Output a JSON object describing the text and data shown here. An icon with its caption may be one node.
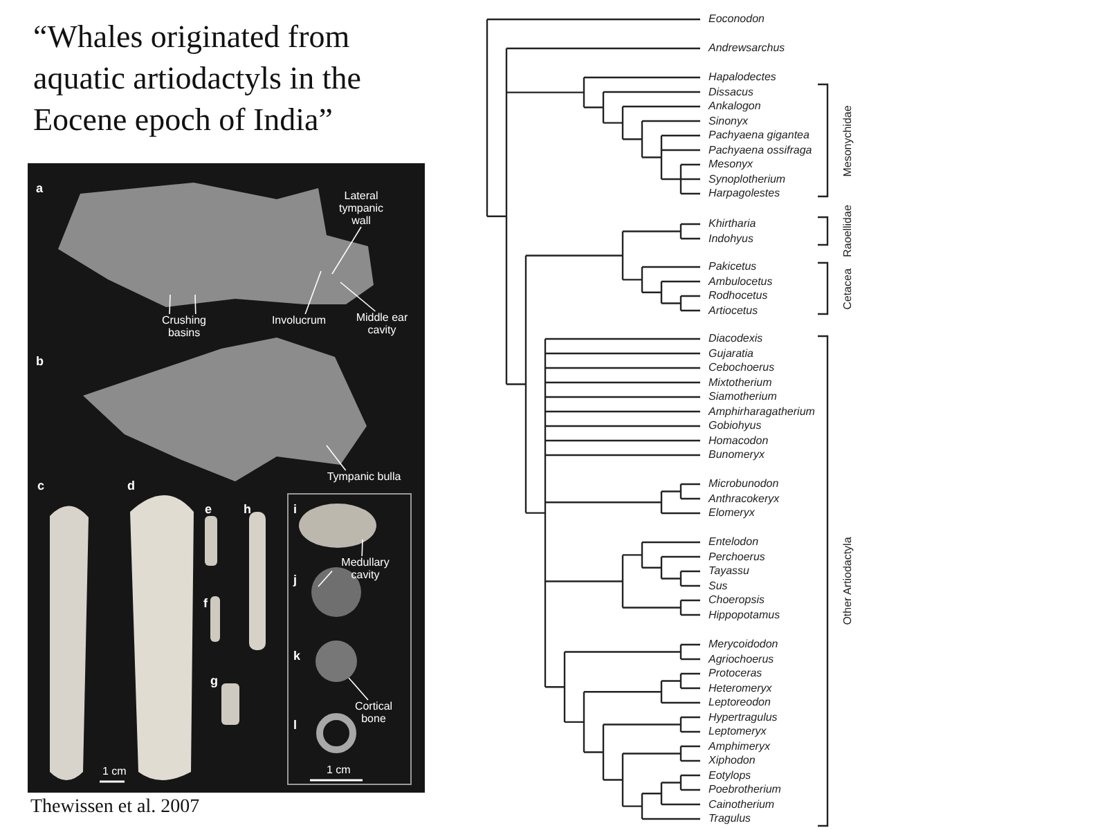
{
  "diagram": {
    "title": "“Whales originated from aquatic artiodactyls in the Eocene epoch of India”",
    "caption": "Thewissen et al. 2007",
    "nodes": [
      {
        "text": [
          "Lateral tympanic wall"
        ]
      },
      {
        "text": [
          "Crushing basins"
        ]
      },
      {
        "text": [
          "Involucrum"
        ]
      },
      {
        "text": [
          "Middle ear cavity"
        ]
      },
      {
        "text": [
          "Tympanic bulla"
        ]
      },
      {
        "text": [
          "Medullary cavity"
        ]
      },
      {
        "text": [
          "Cortical bone"
        ]
      }
    ],
    "edges": [
      {
        "from": 0,
        "to": null,
        "arrow": "none"
      },
      {
        "from": 1,
        "to": null,
        "arrow": "none"
      },
      {
        "from": 1,
        "to": null,
        "arrow": "none"
      },
      {
        "from": 2,
        "to": null,
        "arrow": "none"
      },
      {
        "from": 3,
        "to": null,
        "arrow": "none"
      },
      {
        "from": 4,
        "to": null,
        "arrow": "none"
      },
      {
        "from": 5,
        "to": null,
        "arrow": "none"
      },
      {
        "from": 5,
        "to": null,
        "arrow": "none"
      },
      {
        "from": 6,
        "to": null,
        "arrow": "none"
      }
    ],
    "labels": [
      "a",
      "b",
      "c",
      "d",
      "e",
      "h",
      "f",
      "g",
      "i",
      "j",
      "k",
      "l",
      "1 cm",
      "1 cm",
      "Eoconodon",
      "Andrewsarchus",
      "Hapalodectes",
      "Dissacus",
      "Ankalogon",
      "Sinonyx",
      "Pachyaena gigantea",
      "Pachyaena ossifraga",
      "Mesonyx",
      "Synoplotherium",
      "Harpagolestes",
      "Khirtharia",
      "Indohyus",
      "Pakicetus",
      "Ambulocetus",
      "Rodhocetus",
      "Artiocetus",
      "Diacodexis",
      "Gujaratia",
      "Cebochoerus",
      "Mixtotherium",
      "Siamotherium",
      "Amphirharagatherium",
      "Gobiohyus",
      "Homacodon",
      "Bunomeryx",
      "Microbunodon",
      "Anthracokeryx",
      "Elomeryx",
      "Entelodon",
      "Perchoerus",
      "Tayassu",
      "Sus",
      "Choeropsis",
      "Hippopotamus",
      "Merycoidodon",
      "Agriochoerus",
      "Protoceras",
      "Heteromeryx",
      "Leptoreodon",
      "Hypertragulus",
      "Leptomeryx",
      "Amphimeryx",
      "Xiphodon",
      "Eotylops",
      "Poebrotherium",
      "Cainotherium",
      "Tragulus",
      "Mesonychidae",
      "Raoellidae",
      "Cetacea",
      "Other Artiodactyla"
    ]
  }
}
